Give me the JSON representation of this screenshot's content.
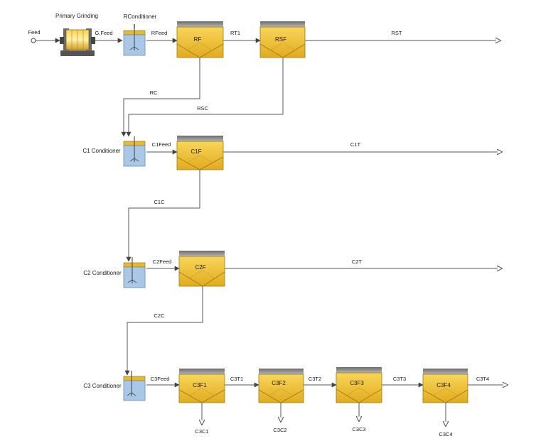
{
  "feed": {
    "label": "Feed"
  },
  "grinding": {
    "label": "Primary Grinding"
  },
  "conditioners": [
    {
      "id": "RConditioner",
      "label": "RConditioner"
    },
    {
      "id": "C1",
      "label": "C1 Conditioner"
    },
    {
      "id": "C2",
      "label": "C2 Conditioner"
    },
    {
      "id": "C3",
      "label": "C3 Conditioner"
    }
  ],
  "cells": [
    {
      "id": "RF",
      "label": "RF"
    },
    {
      "id": "RSF",
      "label": "RSF"
    },
    {
      "id": "C1F",
      "label": "C1F"
    },
    {
      "id": "C2F",
      "label": "C2F"
    },
    {
      "id": "C3F1",
      "label": "C3F1"
    },
    {
      "id": "C3F2",
      "label": "C3F2"
    },
    {
      "id": "C3F3",
      "label": "C3F3"
    },
    {
      "id": "C3F4",
      "label": "C3F4"
    }
  ],
  "streams": {
    "gfeed": "G.Feed",
    "rfeed": "RFeed",
    "rt1": "RT1",
    "rst": "RST",
    "rc": "RC",
    "rsc": "RSC",
    "c1feed": "C1Feed",
    "c1t": "C1T",
    "c1c": "C1C",
    "c2feed": "C2Feed",
    "c2t": "C2T",
    "c2c": "C2C",
    "c3feed": "C3Feed",
    "c3t1": "C3T1",
    "c3t2": "C3T2",
    "c3t3": "C3T3",
    "c3t4": "C3T4",
    "c3c1": "C3C1",
    "c3c2": "C3C2",
    "c3c3": "C3C3",
    "c3c4": "C3C4"
  },
  "colors": {
    "cell_fill": "#f2c12e",
    "cell_dark": "#d9a21a",
    "cell_top": "#8e8e8e",
    "tank_liquid": "#a9c8e8",
    "tank_top": "#e8b92a",
    "line": "#555555"
  }
}
